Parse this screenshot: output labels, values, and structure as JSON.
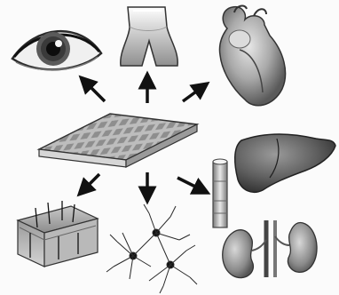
{
  "figure": {
    "center": "scaffold-grid",
    "targets": [
      "eye",
      "tooth",
      "heart",
      "liver",
      "vessel",
      "kidneys",
      "nerve-cells",
      "skin"
    ]
  }
}
